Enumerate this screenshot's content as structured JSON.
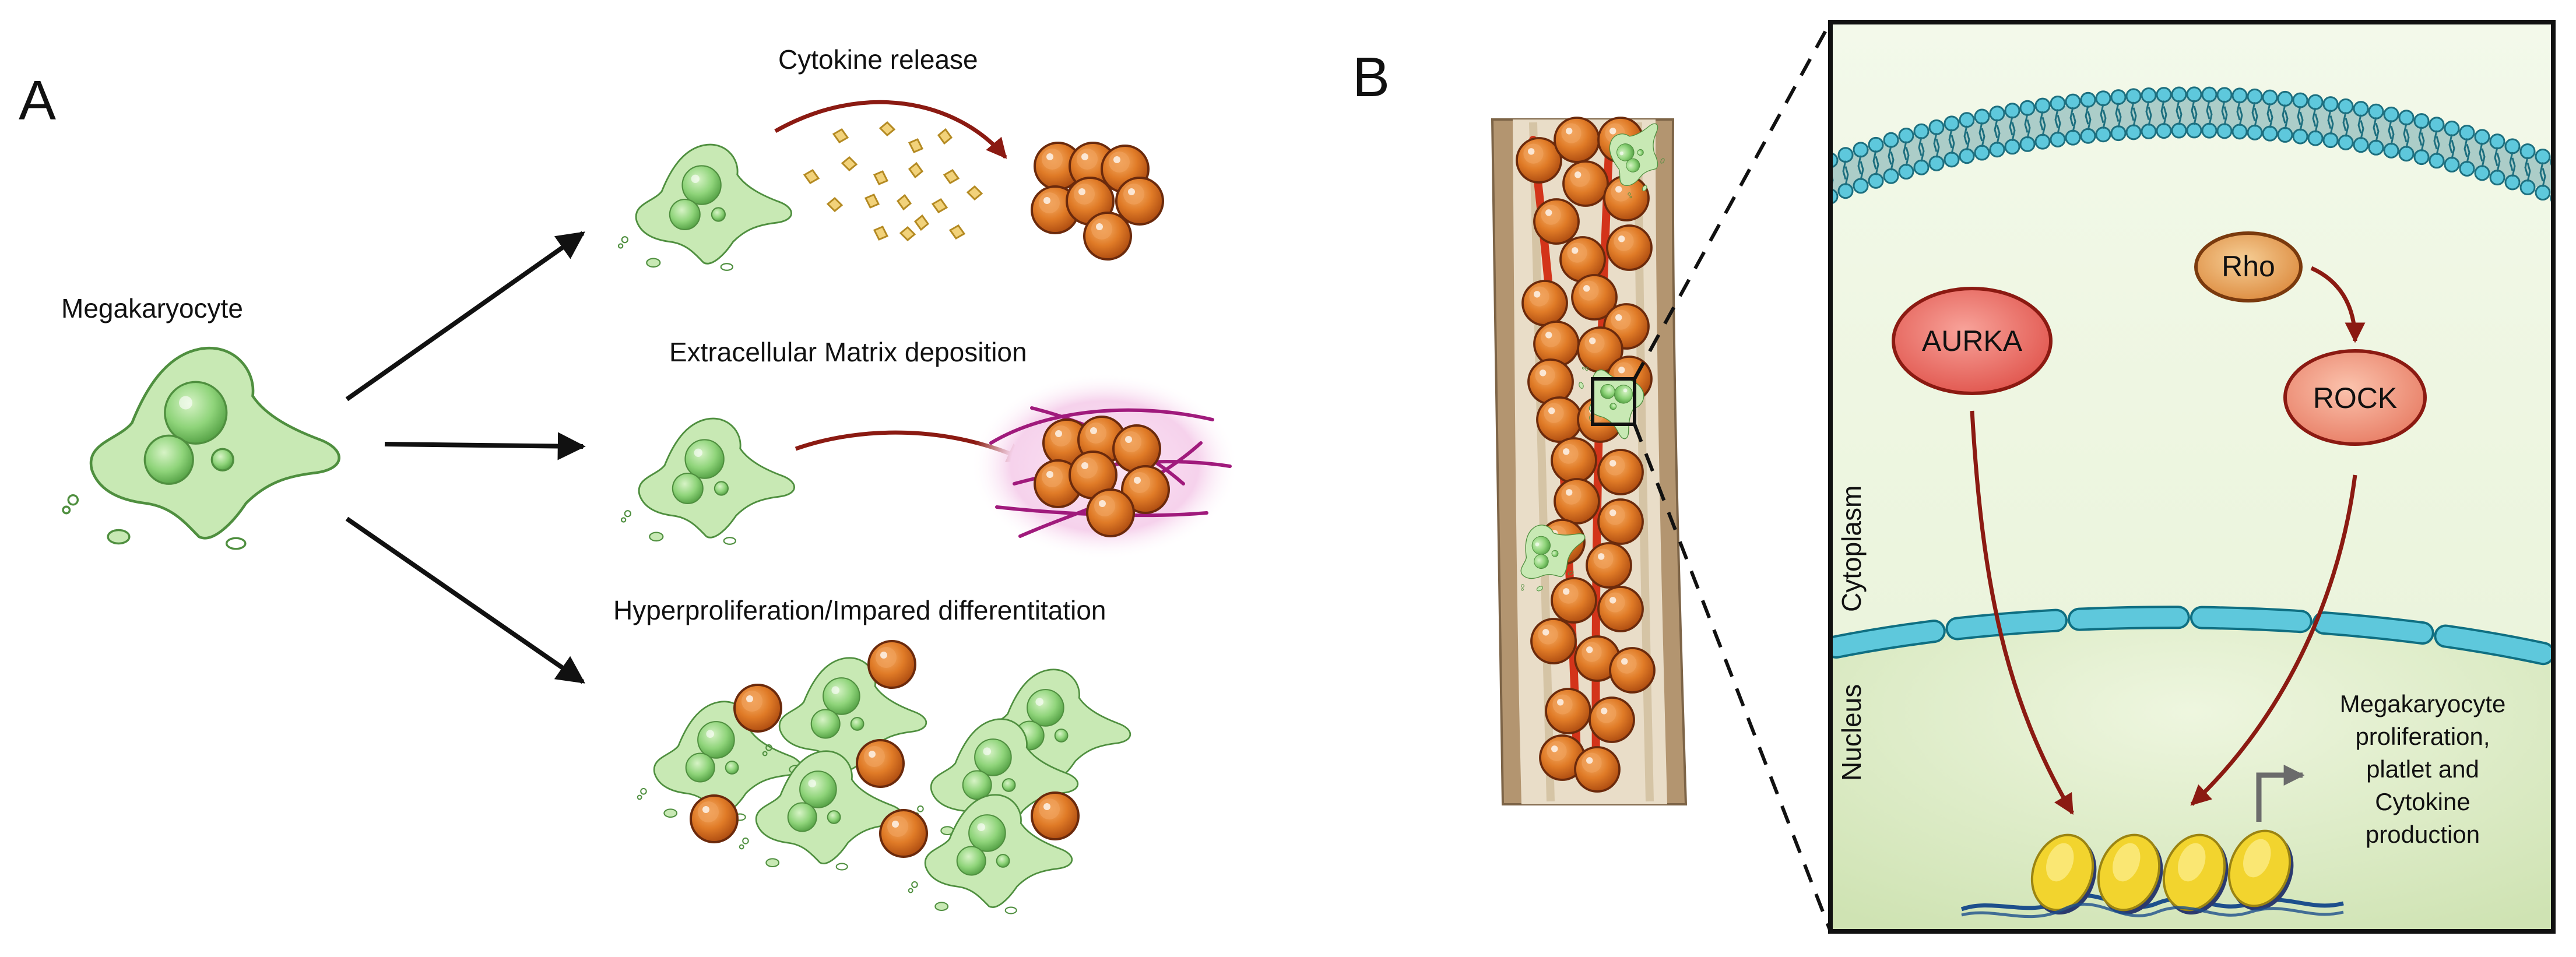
{
  "panel_a": {
    "letter": "A",
    "source_label": "Megakaryocyte",
    "outcomes": [
      {
        "label": "Cytokine release"
      },
      {
        "label": "Extracellular Matrix deposition"
      },
      {
        "label": "Hyperproliferation/Impared differentitation"
      }
    ]
  },
  "panel_b": {
    "letter": "B",
    "compartments": {
      "cytoplasm": "Cytoplasm",
      "nucleus": "Nucleus"
    },
    "nodes": {
      "aurka": "AURKA",
      "rho": "Rho",
      "rock": "ROCK"
    },
    "outcome_lines": [
      "Megakaryocyte",
      "proliferation,",
      "platlet and",
      "Cytokine",
      "production"
    ]
  },
  "colors": {
    "cell_green": "#c8e9b4",
    "nucleus_green": "#7fcc6c",
    "rbc_orange": "#e07b27",
    "membrane_blue": "#5ec8dc",
    "arrow_red": "#8b1a12",
    "ecm_magenta": "#a01a7c",
    "aurka_fill": "#ee6b63",
    "rho_fill": "#e8a65e",
    "rock_fill": "#f09178",
    "chromatin_yellow": "#f2d42e",
    "dna_blue": "#1d4f8c"
  }
}
